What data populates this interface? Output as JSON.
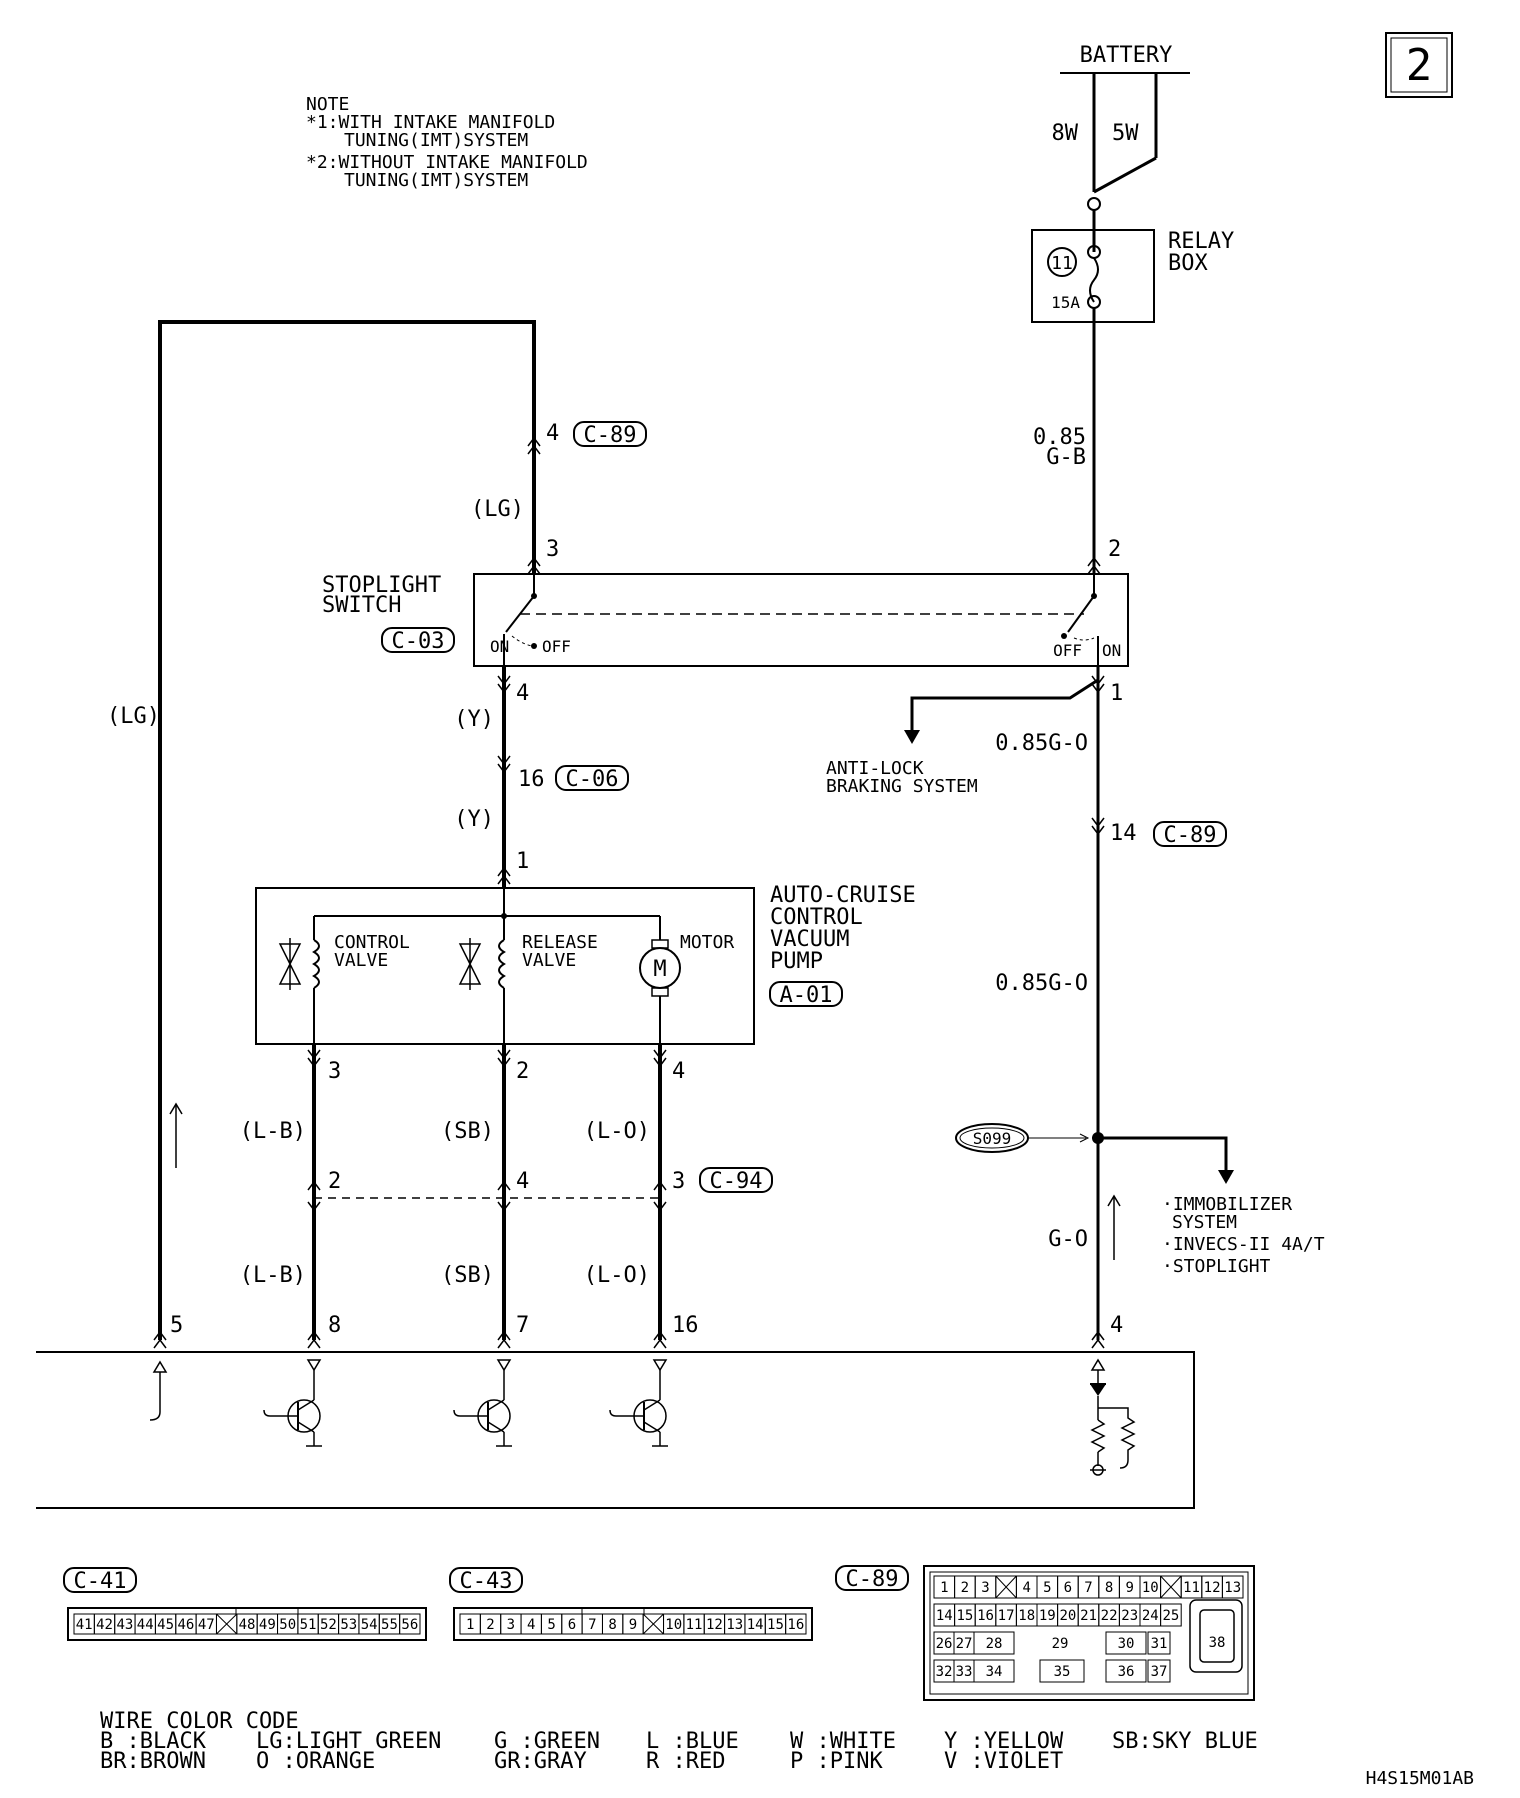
{
  "page_number": "2",
  "note": {
    "title": "NOTE",
    "line1": "*1:WITH INTAKE MANIFOLD",
    "line1b": "TUNING(IMT)SYSTEM",
    "line2": "*2:WITHOUT INTAKE MANIFOLD",
    "line2b": "TUNING(IMT)SYSTEM"
  },
  "battery": {
    "label": "BATTERY",
    "wire_left": "8W",
    "wire_right": "5W"
  },
  "relay_box": {
    "line1": "RELAY",
    "line2": "BOX",
    "fuse_no": "11",
    "fuse_rating": "15A"
  },
  "wires": {
    "gb_size": "0.85",
    "gb_color": "G-B",
    "lg": "(LG)",
    "y": "(Y)",
    "go_085": "0.85G-O",
    "go": "G-O",
    "lb": "(L-B)",
    "sb": "(SB)",
    "lo": "(L-O)"
  },
  "connectors": {
    "c89": "C-89",
    "c03": "C-03",
    "c06": "C-06",
    "a01": "A-01",
    "c94": "C-94",
    "c41": "C-41",
    "c43": "C-43"
  },
  "pins": {
    "p4": "4",
    "p3": "3",
    "p2": "2",
    "p1": "1",
    "p16": "16",
    "p14": "14",
    "p5": "5",
    "p8": "8",
    "p7": "7"
  },
  "stoplight_switch": {
    "line1": "STOPLIGHT",
    "line2": "SWITCH",
    "on": "ON",
    "off": "OFF"
  },
  "pump": {
    "line1": "AUTO-CRUISE",
    "line2": "CONTROL",
    "line3": "VACUUM",
    "line4": "PUMP",
    "control_1": "CONTROL",
    "control_2": "VALVE",
    "release_1": "RELEASE",
    "release_2": "VALVE",
    "motor": "MOTOR",
    "motor_symbol": "M"
  },
  "abs": {
    "line1": "ANTI-LOCK",
    "line2": "BRAKING SYSTEM"
  },
  "splice": "S099",
  "destinations": {
    "d1a": "·IMMOBILIZER",
    "d1b": "SYSTEM",
    "d2": "·INVECS-II 4A/T",
    "d3": "·STOPLIGHT"
  },
  "c41_pins": [
    "41",
    "42",
    "43",
    "44",
    "45",
    "46",
    "47",
    "",
    "48",
    "49",
    "50",
    "51",
    "52",
    "53",
    "54",
    "55",
    "56"
  ],
  "c43_pins": [
    "1",
    "2",
    "3",
    "4",
    "5",
    "6",
    "7",
    "8",
    "9",
    "",
    "10",
    "11",
    "12",
    "13",
    "14",
    "15",
    "16"
  ],
  "c89_row1": [
    "1",
    "2",
    "3",
    "",
    "4",
    "5",
    "6",
    "7",
    "8",
    "9",
    "10",
    "",
    "11",
    "12",
    "13"
  ],
  "c89_row2": [
    "14",
    "15",
    "16",
    "17",
    "18",
    "19",
    "20",
    "21",
    "22",
    "23",
    "24",
    "25"
  ],
  "c89_row3": [
    "26",
    "27",
    "28",
    "29",
    "30",
    "31"
  ],
  "c89_row4": [
    "32",
    "33",
    "34",
    "35",
    "36",
    "37"
  ],
  "c89_big": "38",
  "color_code": {
    "title": "WIRE COLOR CODE",
    "r1": [
      "B :BLACK",
      "LG:LIGHT GREEN",
      "G :GREEN",
      "L :BLUE",
      "W :WHITE",
      "Y :YELLOW",
      "SB:SKY BLUE"
    ],
    "r2": [
      "BR:BROWN",
      "O :ORANGE",
      "GR:GRAY",
      "R :RED",
      "P :PINK",
      "V :VIOLET"
    ]
  },
  "figure_id": "H4S15M01AB"
}
